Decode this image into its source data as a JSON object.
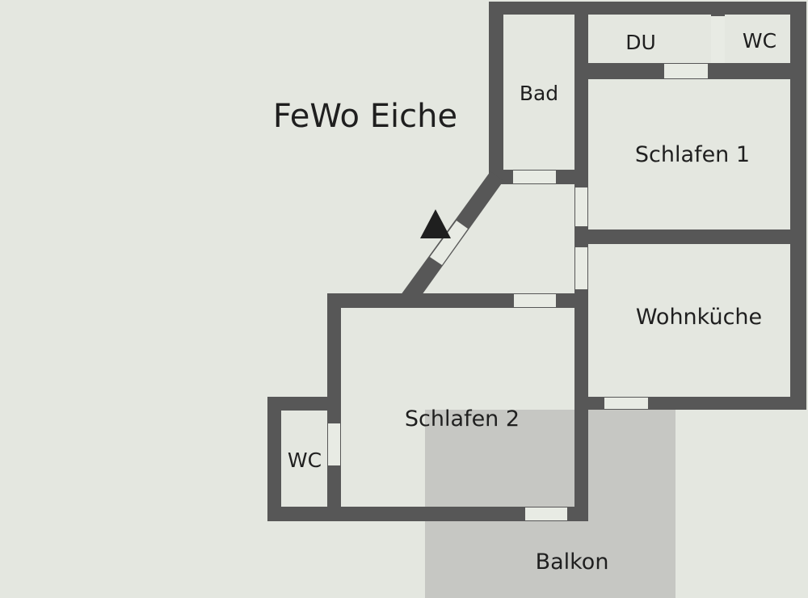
{
  "title": "FeWo Eiche",
  "colors": {
    "background": "#e4e7e0",
    "wall": "#575757",
    "door_gap": "#e8ebe4",
    "balcony": "#c6c7c3",
    "entrance_marker": "#1f1f1f",
    "text": "#1f1f1f"
  },
  "rooms": {
    "bad": "Bad",
    "du": "DU",
    "wc_top": "WC",
    "schlafen_1": "Schlafen 1",
    "wohnkueche": "Wohnküche",
    "schlafen_2": "Schlafen 2",
    "wc_left": "WC",
    "balkon": "Balkon"
  },
  "entrance_icon": "entrance-arrow-icon"
}
